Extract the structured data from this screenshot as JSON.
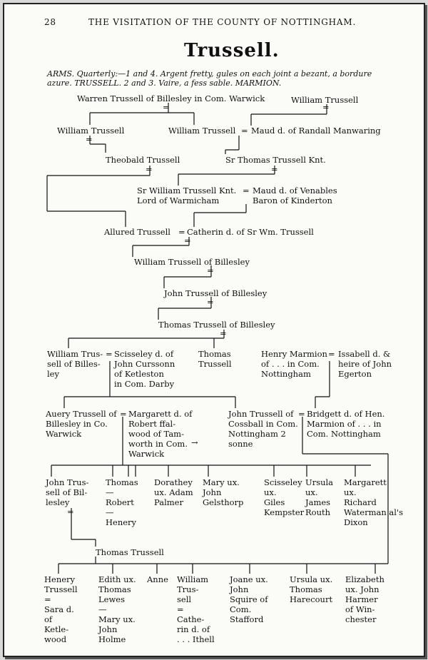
{
  "page": {
    "number": "28",
    "running_head": "THE VISITATION OF THE COUNTY OF NOTTINGHAM.",
    "title": "Trussell."
  },
  "arms": {
    "line1": "ARMS. Quarterly:—1 and 4. Argent fretty, gules on each joint a bezant, a bordure",
    "line2": "azure. TRUSSELL. 2 and 3. Vaire, a fess sable. MARMION."
  },
  "persons": {
    "p1": "Warren Trussell of Billesley in Com. Warwick",
    "p2": "William Trussell",
    "p3": "William Trussell",
    "p4": "William Trussell",
    "p5": "Maud d. of Randall Manwaring",
    "p6": "Theobald Trussell",
    "p7": "Sr Thomas Trussell Knt.",
    "p8": "Sr William Trussell Knt.\nLord of Warmicham",
    "p9": "Maud d. of Venables\nBaron of Kinderton",
    "p10": "Allured Trussell",
    "p11": "Catherin d. of Sr Wm. Trussell",
    "p12": "William Trussell of Billesley",
    "p13": "John Trussell of Billesley",
    "p14": "Thomas Trussell of Billesley",
    "p15": "William Trus-\nsell of Billes-\nley",
    "p16": "Scisseley d. of\nJohn Curssonn\nof Ketleston\nin Com. Darby",
    "p17": "Thomas\nTrussell",
    "p18": "Henry Marmion\nof . . . in Com.\nNottingham",
    "p19": "Issabell d. &\nheire of John\nEgerton",
    "p20": "Auery Trussell of\nBillesley in Co.\nWarwick",
    "p21": "Margarett d. of\nRobert ffal-\nwood of Tam-\nworth in Com.\nWarwick",
    "p22": "John Trussell of\nCossball in Com.\nNottingham 2\nsonne",
    "p23": "Bridgett d. of Hen.\nMarmion of . . . in\nCom. Nottingham",
    "p24": "John Trus-\nsell of Bil-\nlesley",
    "p25": "Thomas\n—\nRobert\n—\nHenery",
    "p26": "Dorathey\nux. Adam\nPalmer",
    "p27": "Mary ux.\nJohn\nGelsthorp",
    "p28": "Scisseley\nux.\nGiles\nKempster",
    "p29": "Ursula\nux.\nJames\nRouth",
    "p30": "Margarett\nux.\nRichard\nWaterman al's\nDixon",
    "p31": "Thomas Trussell",
    "p32": "Henery\nTrussell\n=\nSara d.\nof\nKetle-\nwood",
    "p33": "Edith ux.\nThomas\nLewes\n—\nMary ux.\nJohn\nHolme",
    "p34": "Anne",
    "p35": "William\nTrus-\nsell\n=\nCathe-\nrin d. of\n. . . Ithell",
    "p36": "Joane ux.\nJohn\nSquire of\nCom.\nStafford",
    "p37": "Ursula ux.\nThomas\nHarecourt",
    "p38": "Elizabeth\nux. John\nHarmer\nof Win-\nchester"
  }
}
